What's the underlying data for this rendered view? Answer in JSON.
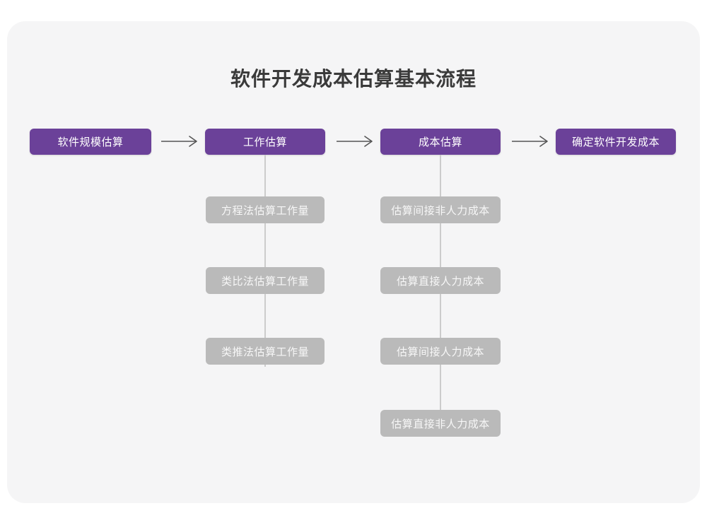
{
  "diagram": {
    "title": "软件开发成本估算基本流程",
    "type": "flowchart",
    "colors": {
      "canvas": "#ffffff",
      "card": "#f5f5f6",
      "primary_node": "#6b4199",
      "primary_node_text": "#ffffff",
      "secondary_node": "#bababa",
      "secondary_node_text": "#f7f7f7",
      "connector": "#cccccc",
      "arrow": "#555555",
      "title_text": "#3a3a3a"
    },
    "stages": [
      {
        "id": "stage-1",
        "label": "软件规模估算",
        "children": []
      },
      {
        "id": "stage-2",
        "label": "工作估算",
        "children": [
          {
            "id": "stage-2-child-1",
            "label": "方程法估算工作量"
          },
          {
            "id": "stage-2-child-2",
            "label": "类比法估算工作量"
          },
          {
            "id": "stage-2-child-3",
            "label": "类推法估算工作量"
          }
        ]
      },
      {
        "id": "stage-3",
        "label": "成本估算",
        "children": [
          {
            "id": "stage-3-child-1",
            "label": "估算间接非人力成本"
          },
          {
            "id": "stage-3-child-2",
            "label": "估算直接人力成本"
          },
          {
            "id": "stage-3-child-3",
            "label": "估算间接人力成本"
          },
          {
            "id": "stage-3-child-4",
            "label": "估算直接非人力成本"
          }
        ]
      },
      {
        "id": "stage-4",
        "label": "确定软件开发成本",
        "children": []
      }
    ],
    "connectors": [
      {
        "id": "arrow-1",
        "from": "stage-1",
        "to": "stage-2",
        "kind": "right-arrow"
      },
      {
        "id": "arrow-2",
        "from": "stage-2",
        "to": "stage-3",
        "kind": "right-arrow"
      },
      {
        "id": "arrow-3",
        "from": "stage-3",
        "to": "stage-4",
        "kind": "right-arrow"
      }
    ]
  }
}
